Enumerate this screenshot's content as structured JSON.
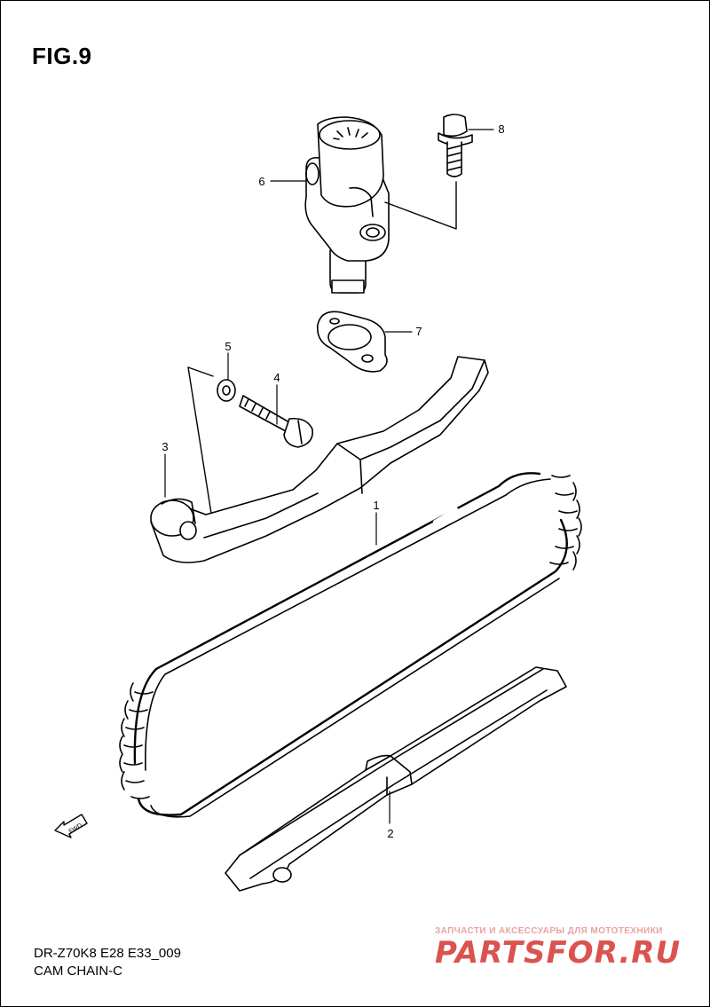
{
  "figure_title": "FIG.9",
  "part_numbers": [
    "1",
    "2",
    "3",
    "4",
    "5",
    "6",
    "7",
    "8"
  ],
  "direction_label": "FWD",
  "model_code": "DR-Z70K8 E28 E33_009",
  "section_name": "CAM CHAIN-C",
  "watermark": {
    "tagline": "ЗАПЧАСТИ И АКСЕССУАРЫ ДЛЯ МОТОТЕХНИКИ",
    "logo": "PARTSFOR.RU"
  }
}
